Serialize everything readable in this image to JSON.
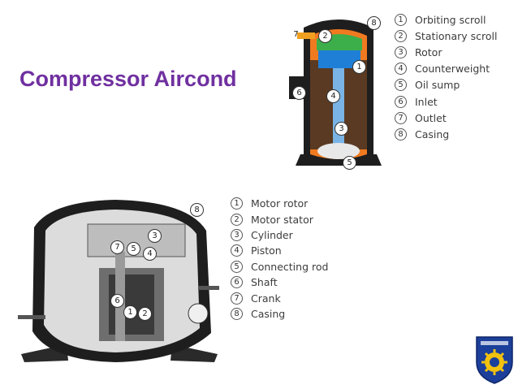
{
  "slide": {
    "title": "Compressor Aircond"
  },
  "scroll_compressor": {
    "parts": [
      {
        "num": "1",
        "label": "Orbiting scroll"
      },
      {
        "num": "2",
        "label": "Stationary scroll"
      },
      {
        "num": "3",
        "label": "Rotor"
      },
      {
        "num": "4",
        "label": "Counterweight"
      },
      {
        "num": "5",
        "label": "Oil sump"
      },
      {
        "num": "6",
        "label": "Inlet"
      },
      {
        "num": "7",
        "label": "Outlet"
      },
      {
        "num": "8",
        "label": "Casing"
      }
    ],
    "callouts": [
      "1",
      "2",
      "3",
      "4",
      "5",
      "6",
      "7",
      "8"
    ]
  },
  "reciprocating_compressor": {
    "parts": [
      {
        "num": "1",
        "label": "Motor rotor"
      },
      {
        "num": "2",
        "label": "Motor stator"
      },
      {
        "num": "3",
        "label": "Cylinder"
      },
      {
        "num": "4",
        "label": "Piston"
      },
      {
        "num": "5",
        "label": "Connecting rod"
      },
      {
        "num": "6",
        "label": "Shaft"
      },
      {
        "num": "7",
        "label": "Crank"
      },
      {
        "num": "8",
        "label": "Casing"
      }
    ],
    "callouts": [
      "1",
      "2",
      "3",
      "4",
      "5",
      "6",
      "7",
      "8"
    ]
  },
  "colors": {
    "title": "#7030a0",
    "orange": "#f07a20",
    "blue": "#1f7fd6",
    "green": "#3cae4a",
    "casing_dark": "#1e1e1e",
    "crest_blue": "#1b3f9a",
    "crest_yellow": "#f3c20f"
  }
}
